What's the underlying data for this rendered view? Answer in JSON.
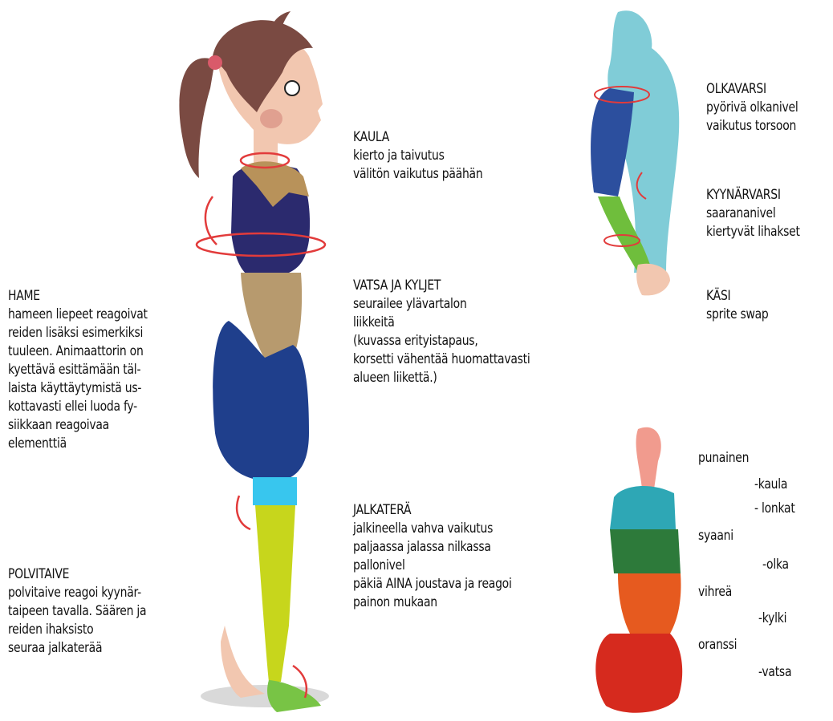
{
  "labels": {
    "kaula": {
      "title": "KAULA",
      "lines": [
        "kierto ja taivutus",
        "välitön vaikutus päähän"
      ]
    },
    "vatsa": {
      "title": "VATSA JA KYLJET",
      "lines": [
        "seurailee ylävartalon",
        "liikkeitä",
        "(kuvassa erityistapaus,",
        "korsetti vähentää huomattavasti",
        "alueen liikettä.)"
      ]
    },
    "jalkatera": {
      "title": "JALKATERÄ",
      "lines": [
        "jalkineella vahva vaikutus",
        "paljaassa jalassa nilkassa",
        "pallonivel",
        "päkiä AINA joustava ja reagoi",
        "painon mukaan"
      ]
    },
    "hame": {
      "title": "HAME",
      "lines": [
        "hameen liepeet reagoivat",
        "reiden lisäksi esimerkiksi",
        "tuuleen. Animaattorin on",
        "kyettävä esittämään täl-",
        "laista käyttäytymistä us-",
        "kottavasti ellei luoda fy-",
        "siikkaan reagoivaa",
        "elementtiä"
      ]
    },
    "polvitaive": {
      "title": "POLVITAIVE",
      "lines": [
        "polvitaive reagoi kyynär-",
        "taipeen tavalla. Säären ja",
        "reiden ihaksisto",
        "seuraa jalkaterää"
      ]
    },
    "olkavarsi": {
      "title": "OLKAVARSI",
      "lines": [
        "pyörivä olkanivel",
        "vaikutus torsoon"
      ]
    },
    "kyynarvarsi": {
      "title": "KYYNÄRVARSI",
      "lines": [
        "saarananivel",
        "kiertyvät lihakset"
      ]
    },
    "kasi": {
      "title": "KÄSI",
      "lines": [
        "sprite swap"
      ]
    }
  },
  "legend": [
    "punainen",
    "-kaula",
    "- lonkat",
    "syaani",
    "-olka",
    "vihreä",
    "-kylki",
    "oranssi",
    "-vatsa"
  ],
  "colors": {
    "hair": "#7a4a42",
    "skin": "#f2c7b0",
    "blouse": "#2b2a6e",
    "collar": "#b8925a",
    "corset": "#b79a6e",
    "skirt": "#1f3f8c",
    "legCyan": "#38c6ee",
    "legYellow": "#c7d61c",
    "footGreen": "#78c445",
    "arrowRed": "#e23b3b",
    "armBlue": "#2c4f9e",
    "armGreen": "#6fbe3c",
    "heatRed": "#d62a1e",
    "heatOrange": "#e65a1f",
    "heatGreen": "#2d7a3a",
    "heatCyan": "#2ea7b5",
    "heatPink": "#f19b8e"
  }
}
